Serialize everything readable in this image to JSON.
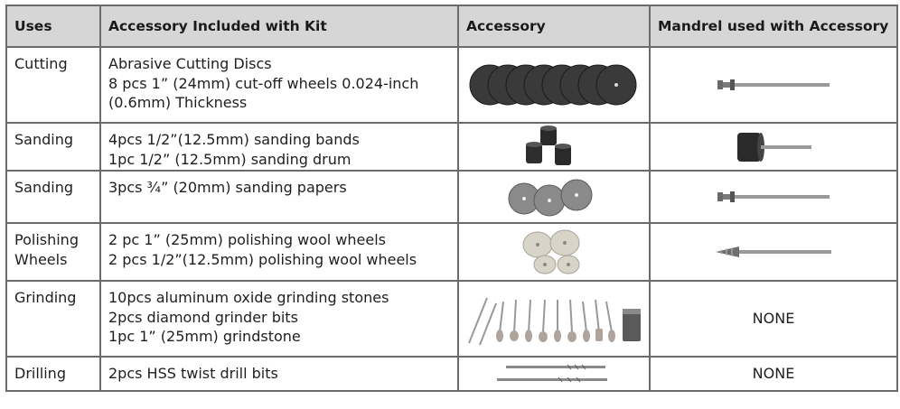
{
  "headers": [
    "Uses",
    "Accessory Included with Kit",
    "Accessory",
    "Mandrel used with Accessory"
  ],
  "rows": [
    {
      "use": [
        "Cutting"
      ],
      "kit": [
        "Abrasive Cutting Discs",
        "8 pcs 1” (24mm) cut-off wheels 0.024-inch",
        "(0.6mm) Thickness"
      ],
      "accessory_icon": "cutting-discs-icon",
      "mandrel": "",
      "mandrel_icon": "screw-mandrel-icon"
    },
    {
      "use": [
        "Sanding"
      ],
      "kit": [
        "4pcs 1/2”(12.5mm) sanding bands",
        "1pc 1/2” (12.5mm) sanding drum"
      ],
      "accessory_icon": "sanding-bands-icon",
      "mandrel": "",
      "mandrel_icon": "sanding-drum-mandrel-icon"
    },
    {
      "use": [
        "Sanding"
      ],
      "kit": [
        "3pcs ¾” (20mm) sanding papers"
      ],
      "accessory_icon": "sanding-papers-icon",
      "mandrel": "",
      "mandrel_icon": "screw-mandrel-icon"
    },
    {
      "use": [
        "Polishing",
        "Wheels"
      ],
      "kit": [
        "2 pc 1” (25mm) polishing wool wheels",
        "2 pcs 1/2”(12.5mm) polishing wool wheels"
      ],
      "accessory_icon": "polishing-wheels-icon",
      "mandrel": "",
      "mandrel_icon": "threaded-mandrel-icon"
    },
    {
      "use": [
        "Grinding"
      ],
      "kit": [
        "10pcs aluminum oxide grinding stones",
        "2pcs diamond grinder bits",
        "1pc 1” (25mm) grindstone"
      ],
      "accessory_icon": "grinding-stones-icon",
      "mandrel": "NONE",
      "mandrel_icon": ""
    },
    {
      "use": [
        "Drilling"
      ],
      "kit": [
        "2pcs HSS twist drill bits"
      ],
      "accessory_icon": "drill-bits-icon",
      "mandrel": "NONE",
      "mandrel_icon": ""
    }
  ]
}
